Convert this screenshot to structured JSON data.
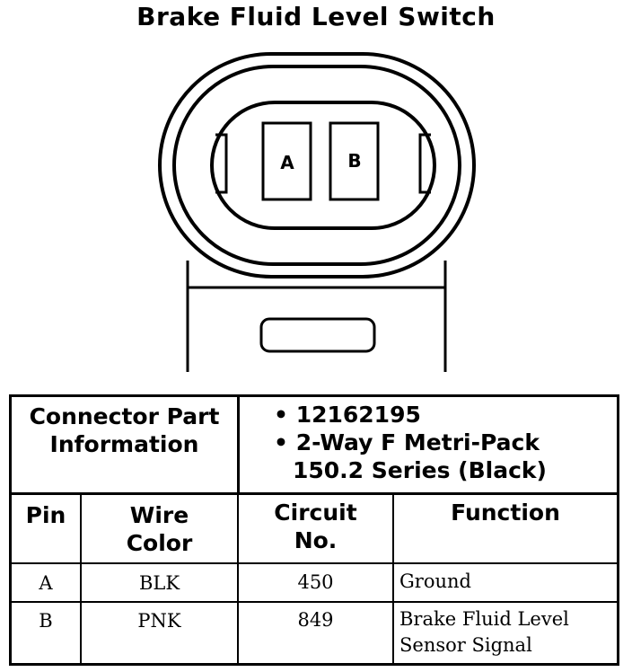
{
  "title": "Brake Fluid Level Switch",
  "connector": {
    "pins": [
      "A",
      "B"
    ],
    "colors": {
      "line": "#000000",
      "background": "#ffffff"
    }
  },
  "part_info": {
    "label_line1": "Connector Part",
    "label_line2": "Information",
    "bullet_glyph": "•",
    "line1": "12162195",
    "line2": "2-Way F Metri-Pack",
    "line3": "150.2 Series (Black)"
  },
  "columns": {
    "pin": "Pin",
    "wire_color_line1": "Wire",
    "wire_color_line2": "Color",
    "circuit_line1": "Circuit",
    "circuit_line2": "No.",
    "function": "Function"
  },
  "rows": [
    {
      "pin": "A",
      "wire_color": "BLK",
      "circuit": "450",
      "function_line1": "Ground",
      "function_line2": ""
    },
    {
      "pin": "B",
      "wire_color": "PNK",
      "circuit": "849",
      "function_line1": "Brake Fluid Level",
      "function_line2": "Sensor Signal"
    }
  ]
}
